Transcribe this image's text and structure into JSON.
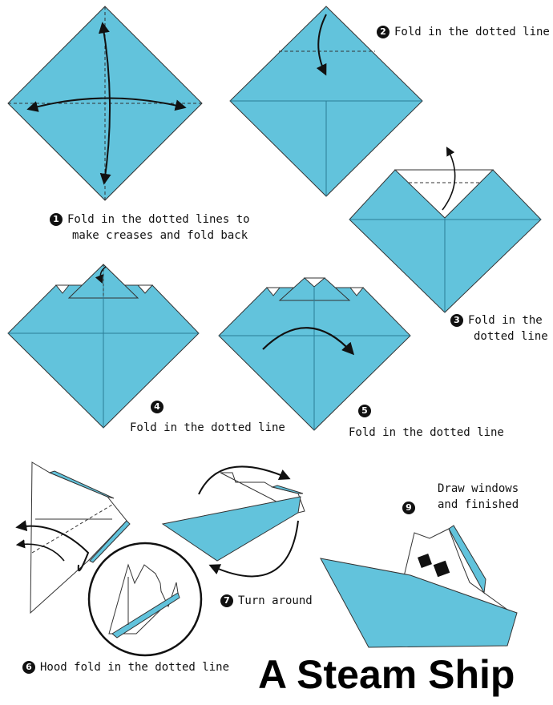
{
  "title": "A Steam Ship",
  "steps": [
    {
      "number": "1",
      "text_line1": "Fold in the dotted lines to",
      "text_line2": "make creases and fold back"
    },
    {
      "number": "2",
      "text": "Fold in the dotted line"
    },
    {
      "number": "3",
      "text_line1": "Fold in the",
      "text_line2": "dotted line"
    },
    {
      "number": "4",
      "text": "Fold in the dotted line"
    },
    {
      "number": "5",
      "text": "Fold in the dotted line"
    },
    {
      "number": "6",
      "text": "Hood fold in the dotted line"
    },
    {
      "number": "7",
      "text": "Turn around"
    },
    {
      "number": "9",
      "text_line1": "Draw windows",
      "text_line2": "and finished"
    }
  ],
  "colors": {
    "paper": "#62C3DC",
    "line": "#222222",
    "white": "#ffffff"
  }
}
